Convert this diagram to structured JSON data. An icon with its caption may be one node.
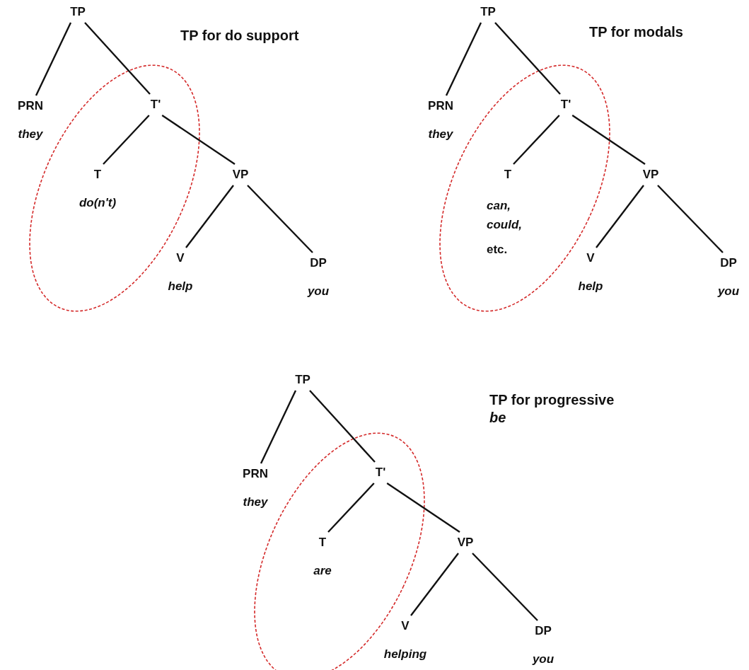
{
  "diagram": {
    "nodes": [
      {
        "text": [
          "TP"
        ]
      },
      {
        "text": [
          "PRN",
          "they"
        ]
      },
      {
        "text": [
          "T'"
        ]
      },
      {
        "text": [
          "T",
          "do(n't)"
        ]
      },
      {
        "text": [
          "VP"
        ]
      },
      {
        "text": [
          "V",
          "help"
        ]
      },
      {
        "text": [
          "DP",
          "you"
        ]
      },
      {
        "text": [
          "TP"
        ]
      },
      {
        "text": [
          "PRN",
          "they"
        ]
      },
      {
        "text": [
          "T'"
        ]
      },
      {
        "text": [
          "T",
          "can, could,",
          "etc."
        ]
      },
      {
        "text": [
          "VP"
        ]
      },
      {
        "text": [
          "V",
          "help"
        ]
      },
      {
        "text": [
          "DP",
          "you"
        ]
      },
      {
        "text": [
          "TP"
        ]
      },
      {
        "text": [
          "PRN",
          "they"
        ]
      },
      {
        "text": [
          "T'"
        ]
      },
      {
        "text": [
          "T",
          "are"
        ]
      },
      {
        "text": [
          "VP"
        ]
      },
      {
        "text": [
          "V",
          "helping"
        ]
      },
      {
        "text": [
          "DP",
          "you"
        ]
      }
    ],
    "edges": [
      {
        "from": 0,
        "to": 1,
        "arrow": "none"
      },
      {
        "from": 0,
        "to": 2,
        "arrow": "none"
      },
      {
        "from": 2,
        "to": 3,
        "arrow": "none"
      },
      {
        "from": 2,
        "to": 4,
        "arrow": "none"
      },
      {
        "from": 4,
        "to": 5,
        "arrow": "none"
      },
      {
        "from": 4,
        "to": 6,
        "arrow": "none"
      },
      {
        "from": 7,
        "to": 8,
        "arrow": "none"
      },
      {
        "from": 7,
        "to": 9,
        "arrow": "none"
      },
      {
        "from": 9,
        "to": 10,
        "arrow": "none"
      },
      {
        "from": 9,
        "to": 11,
        "arrow": "none"
      },
      {
        "from": 11,
        "to": 12,
        "arrow": "none"
      },
      {
        "from": 11,
        "to": 13,
        "arrow": "none"
      },
      {
        "from": 14,
        "to": 15,
        "arrow": "none"
      },
      {
        "from": 14,
        "to": 16,
        "arrow": "none"
      },
      {
        "from": 16,
        "to": 17,
        "arrow": "none"
      },
      {
        "from": 16,
        "to": 18,
        "arrow": "none"
      },
      {
        "from": 18,
        "to": 19,
        "arrow": "none"
      },
      {
        "from": 18,
        "to": 20,
        "arrow": "none"
      }
    ],
    "labels": [
      "TP for do support",
      "TP for modals",
      "TP for progressive *be*"
    ]
  }
}
